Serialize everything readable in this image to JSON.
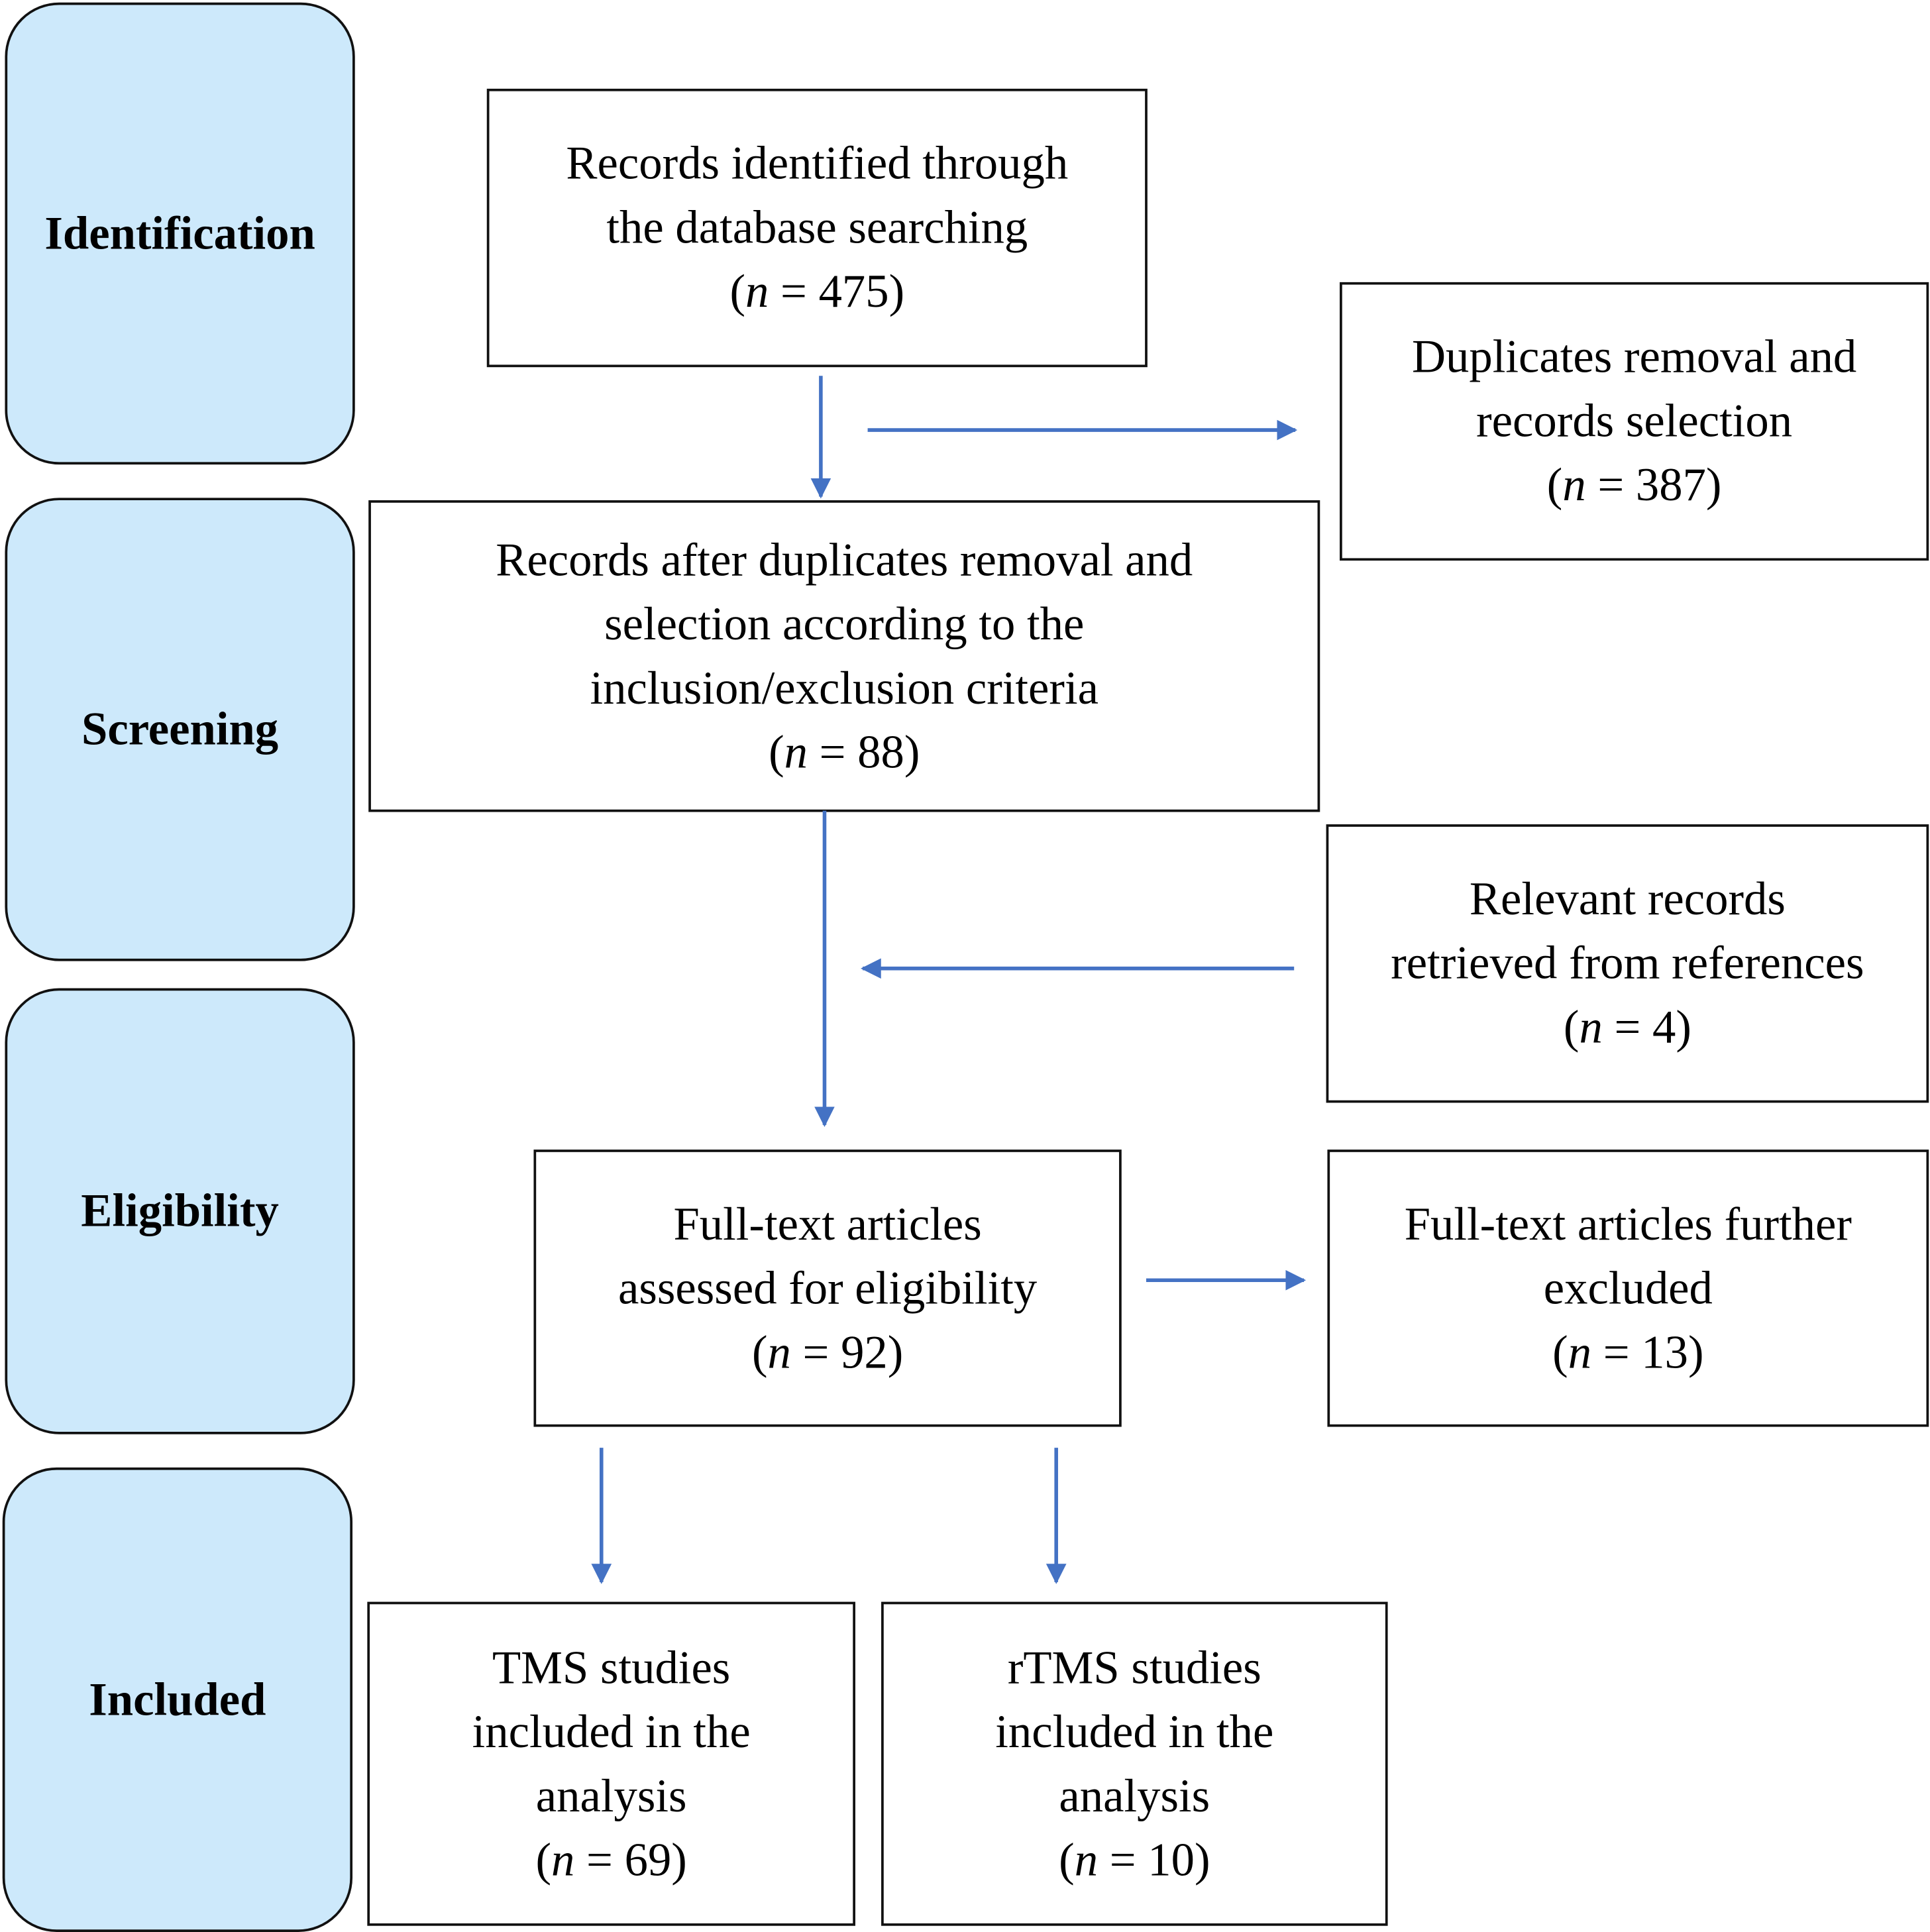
{
  "colors": {
    "phase_fill": "#cde9fb",
    "border": "#111111",
    "arrow": "#4472c4"
  },
  "phases": {
    "identification": "Identification",
    "screening": "Screening",
    "eligibility": "Eligibility",
    "included": "Included"
  },
  "boxes": {
    "identified": {
      "lines": [
        "Records identified through",
        "the database searching"
      ],
      "n": "475"
    },
    "duplicates": {
      "lines": [
        "Duplicates removal and",
        "records selection"
      ],
      "n": "387"
    },
    "after_removal": {
      "lines": [
        "Records after duplicates removal and",
        "selection according to the",
        "inclusion/exclusion criteria"
      ],
      "n": "88"
    },
    "references": {
      "lines": [
        "Relevant records",
        "retrieved from references"
      ],
      "n": "4"
    },
    "full_text": {
      "lines": [
        "Full-text articles",
        "assessed for eligibility"
      ],
      "n": "92"
    },
    "excluded": {
      "lines": [
        "Full-text articles further",
        "excluded"
      ],
      "n": "13"
    },
    "tms": {
      "lines": [
        "TMS studies",
        "included in the",
        "analysis"
      ],
      "n": "69"
    },
    "rtms": {
      "lines": [
        "rTMS studies",
        "included in the",
        "analysis"
      ],
      "n": "10"
    }
  },
  "count_format": {
    "open": "(",
    "var": "n",
    "eq": " = ",
    "close": ")"
  }
}
